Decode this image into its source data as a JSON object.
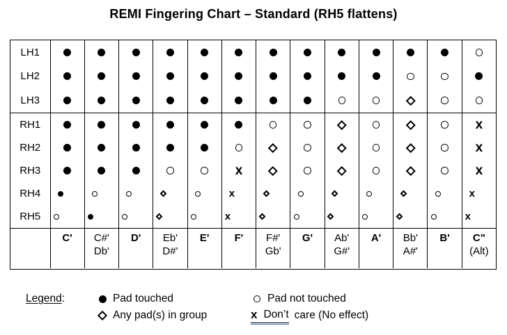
{
  "title": "REMI Fingering Chart – Standard (RH5 flattens)",
  "symbols": {
    "pad_touched": "●",
    "pad_not_touched": "○",
    "any_pad_group": "◇",
    "dont_care": "x"
  },
  "table": {
    "row_groups": [
      {
        "id": "lh",
        "rows": [
          {
            "label": "LH1",
            "cells": [
              "F",
              "F",
              "F",
              "F",
              "F",
              "F",
              "F",
              "F",
              "F",
              "F",
              "F",
              "F",
              "O"
            ]
          },
          {
            "label": "LH2",
            "cells": [
              "F",
              "F",
              "F",
              "F",
              "F",
              "F",
              "F",
              "F",
              "F",
              "F",
              "O",
              "O",
              "F"
            ]
          },
          {
            "label": "LH3",
            "cells": [
              "F",
              "F",
              "F",
              "F",
              "F",
              "F",
              "F",
              "F",
              "O",
              "O",
              "D",
              "O",
              "O"
            ]
          }
        ]
      },
      {
        "id": "rh",
        "rows": [
          {
            "label": "RH1",
            "cells": [
              "F",
              "F",
              "F",
              "F",
              "F",
              "F",
              "O",
              "O",
              "D",
              "O",
              "D",
              "O",
              "X"
            ]
          },
          {
            "label": "RH2",
            "cells": [
              "F",
              "F",
              "F",
              "F",
              "F",
              "O",
              "D",
              "O",
              "D",
              "O",
              "D",
              "O",
              "X"
            ]
          },
          {
            "label": "RH3",
            "cells": [
              "F",
              "F",
              "F",
              "O",
              "O",
              "X",
              "D",
              "O",
              "D",
              "O",
              "D",
              "O",
              "X"
            ]
          },
          {
            "label": "RH4",
            "cells": [
              "F",
              "O",
              "O",
              "D",
              "O",
              "X",
              "D",
              "O",
              "D",
              "O",
              "D",
              "O",
              "X"
            ]
          },
          {
            "label": "RH5",
            "cells": [
              "O",
              "F",
              "O",
              "D",
              "O",
              "X",
              "D",
              "O",
              "D",
              "O",
              "D",
              "O",
              "X"
            ]
          }
        ]
      }
    ],
    "columns": [
      {
        "note": "C'",
        "alt": "",
        "emph": true
      },
      {
        "note": "C#'",
        "alt": "Db'",
        "emph": false
      },
      {
        "note": "D'",
        "alt": "",
        "emph": true
      },
      {
        "note": "Eb'",
        "alt": "D#'",
        "emph": false
      },
      {
        "note": "E'",
        "alt": "",
        "emph": true
      },
      {
        "note": "F'",
        "alt": "",
        "emph": true
      },
      {
        "note": "F#'",
        "alt": "Gb'",
        "emph": false
      },
      {
        "note": "G'",
        "alt": "",
        "emph": true
      },
      {
        "note": "Ab'",
        "alt": "G#'",
        "emph": false
      },
      {
        "note": "A'",
        "alt": "",
        "emph": true
      },
      {
        "note": "Bb'",
        "alt": "A#'",
        "emph": false
      },
      {
        "note": "B'",
        "alt": "",
        "emph": true
      },
      {
        "note": "C\"",
        "alt": "(Alt)",
        "emph": true
      }
    ]
  },
  "legend": {
    "heading": "Legend",
    "colon": ":",
    "items": [
      {
        "symbol": "F",
        "label": "Pad touched"
      },
      {
        "symbol": "D",
        "label": "Any pad(s) in group"
      },
      {
        "symbol": "O",
        "label": "Pad not touched"
      },
      {
        "symbol": "X",
        "underlined": "Don’t",
        "label": "care (No effect)"
      }
    ]
  }
}
